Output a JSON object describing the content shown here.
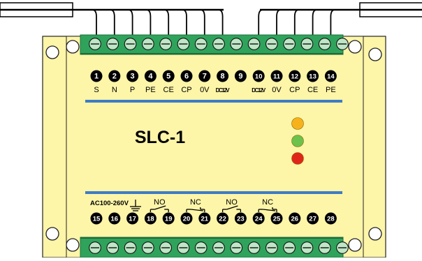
{
  "device": {
    "model": "SLC-1",
    "colors": {
      "body": "#fdf5a8",
      "terminal_strip": "#2fa35b",
      "terminal_screw": "#bfe6c6",
      "divider": "#3d7bc6",
      "ink": "#000000"
    },
    "leds": [
      {
        "name": "yellow-led",
        "color": "#f7b21b"
      },
      {
        "name": "green-led",
        "color": "#6cc24a"
      },
      {
        "name": "red-led",
        "color": "#e0261b"
      }
    ]
  },
  "top_terminals": {
    "numbers": [
      "1",
      "2",
      "3",
      "4",
      "5",
      "6",
      "7",
      "8",
      "9",
      "10",
      "11",
      "12",
      "13",
      "14"
    ],
    "labels": [
      "S",
      "N",
      "P",
      "PE",
      "CE",
      "CP",
      "0V",
      "DC12V",
      "",
      "DC12V",
      "0V",
      "CP",
      "CE",
      "PE"
    ]
  },
  "bottom_terminals": {
    "numbers": [
      "15",
      "16",
      "17",
      "18",
      "19",
      "20",
      "21",
      "22",
      "23",
      "24",
      "25",
      "26",
      "27",
      "28"
    ],
    "supply_label": "AC100-260V",
    "contacts": [
      {
        "label": "NO",
        "pins": [
          "18",
          "19"
        ]
      },
      {
        "label": "NC",
        "pins": [
          "20",
          "21"
        ]
      },
      {
        "label": "NO",
        "pins": [
          "22",
          "23"
        ]
      },
      {
        "label": "NC",
        "pins": [
          "24",
          "25"
        ]
      }
    ],
    "ground_pin": "17"
  }
}
